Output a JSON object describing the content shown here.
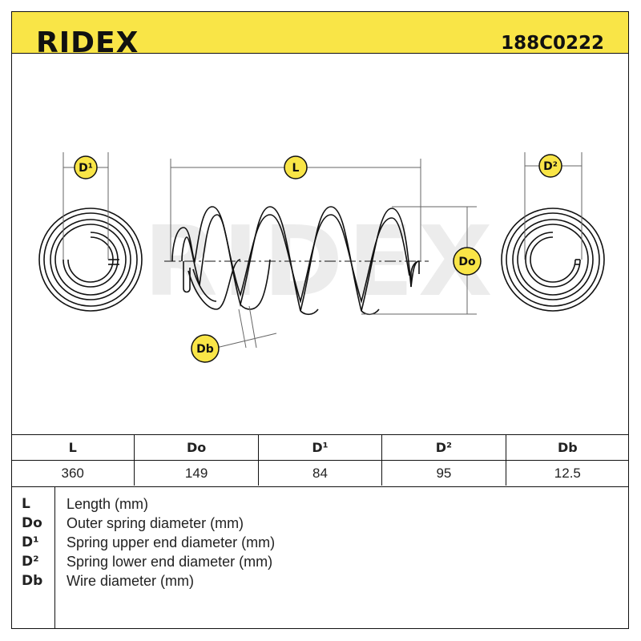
{
  "header": {
    "logo_text": "RIDEX",
    "part_number": "188C0222"
  },
  "diagram": {
    "labels": {
      "d1": "D¹",
      "l": "L",
      "d2": "D²",
      "do": "Do",
      "db": "Db"
    },
    "watermark": "RIDEX"
  },
  "table": {
    "headers": [
      "L",
      "Do",
      "D¹",
      "D²",
      "Db"
    ],
    "values": [
      "360",
      "149",
      "84",
      "95",
      "12.5"
    ]
  },
  "legend": [
    {
      "code": "L",
      "desc": "Length (mm)"
    },
    {
      "code": "Do",
      "desc": "Outer spring diameter (mm)"
    },
    {
      "code": "D¹",
      "desc": "Spring upper end diameter (mm)"
    },
    {
      "code": "D²",
      "desc": "Spring lower end diameter (mm)"
    },
    {
      "code": "Db",
      "desc": "Wire diameter (mm)"
    }
  ],
  "colors": {
    "header_bg": "#f9e547",
    "badge_bg": "#f9e547",
    "line": "#111111",
    "dim_line": "#666666",
    "watermark": "#e8e8e8"
  }
}
